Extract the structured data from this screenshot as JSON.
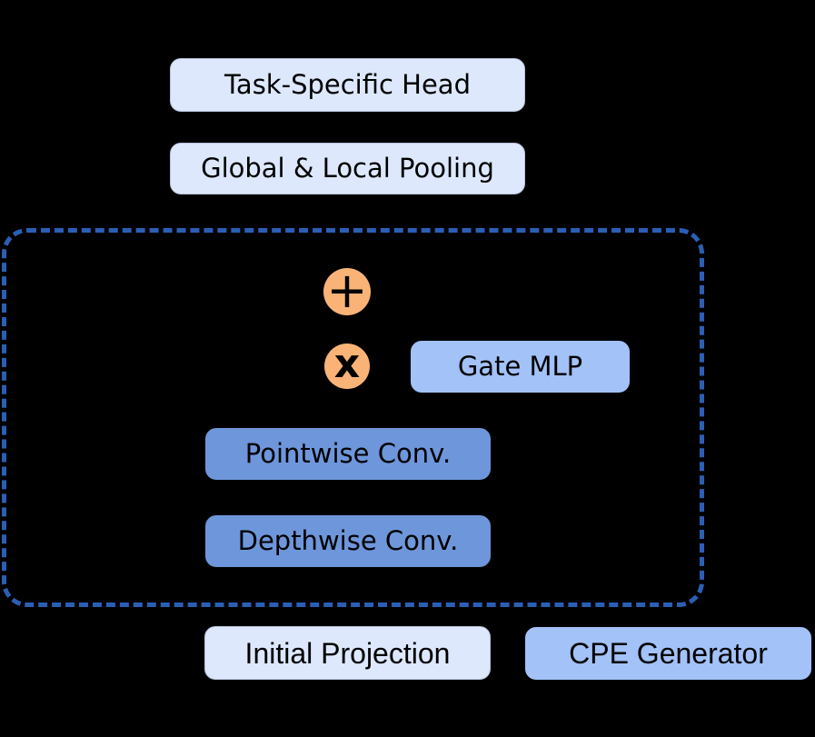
{
  "diagram": {
    "kind": "model-architecture-block-diagram",
    "nodes": {
      "task_head": {
        "label": "Task-Specific Head"
      },
      "pooling": {
        "label": "Global & Local Pooling"
      },
      "gate_mlp": {
        "label": "Gate MLP"
      },
      "pointwise_conv": {
        "label": "Pointwise Conv."
      },
      "depthwise_conv": {
        "label": "Depthwise Conv."
      },
      "initial_projection": {
        "label": "Initial Projection"
      },
      "cpe_generator": {
        "label": "CPE Generator"
      }
    },
    "operators": {
      "add": {
        "symbol": "+"
      },
      "multiply": {
        "symbol": "x"
      }
    },
    "colors": {
      "background": "#000000",
      "node_light_fill": "#DDE8FC",
      "node_light_border": "#B9C4DA",
      "node_medium_fill": "#A2C2F8",
      "node_deep_fill": "#6E96DB",
      "operator_fill": "#F9B377",
      "dashed_outline": "#2B5FB5",
      "text": "#000000"
    }
  }
}
